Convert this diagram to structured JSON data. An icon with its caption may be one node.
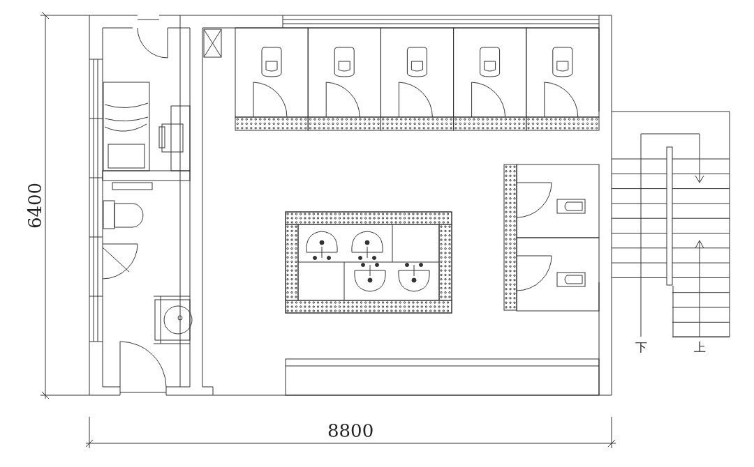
{
  "diagram": {
    "labels": [
      "6400",
      "8800",
      "下",
      "上"
    ]
  }
}
